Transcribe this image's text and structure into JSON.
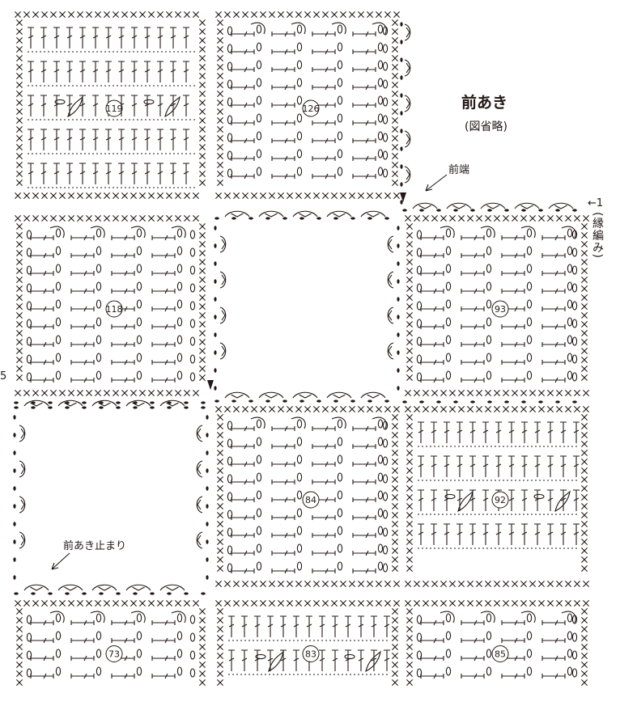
{
  "labels": {
    "title": "前あき",
    "subtitle": "(図省略)",
    "front_edge": "前端",
    "opening_end": "前あき止まり",
    "edge_row": "←1",
    "edging_vertical": "(縁編み)",
    "left_edge_mark": "5"
  },
  "motifs": [
    {
      "number": "119",
      "pattern": "tall"
    },
    {
      "number": "126",
      "pattern": "chain"
    },
    {
      "number": "118",
      "pattern": "chain"
    },
    {
      "number": "93",
      "pattern": "chain"
    },
    {
      "number": "84",
      "pattern": "chain"
    },
    {
      "number": "92",
      "pattern": "tall"
    },
    {
      "number": "73",
      "pattern": "chain"
    },
    {
      "number": "83",
      "pattern": "tall"
    },
    {
      "number": "85",
      "pattern": "chain"
    }
  ],
  "openings": [
    "front-opening-upper",
    "front-opening-lower"
  ]
}
